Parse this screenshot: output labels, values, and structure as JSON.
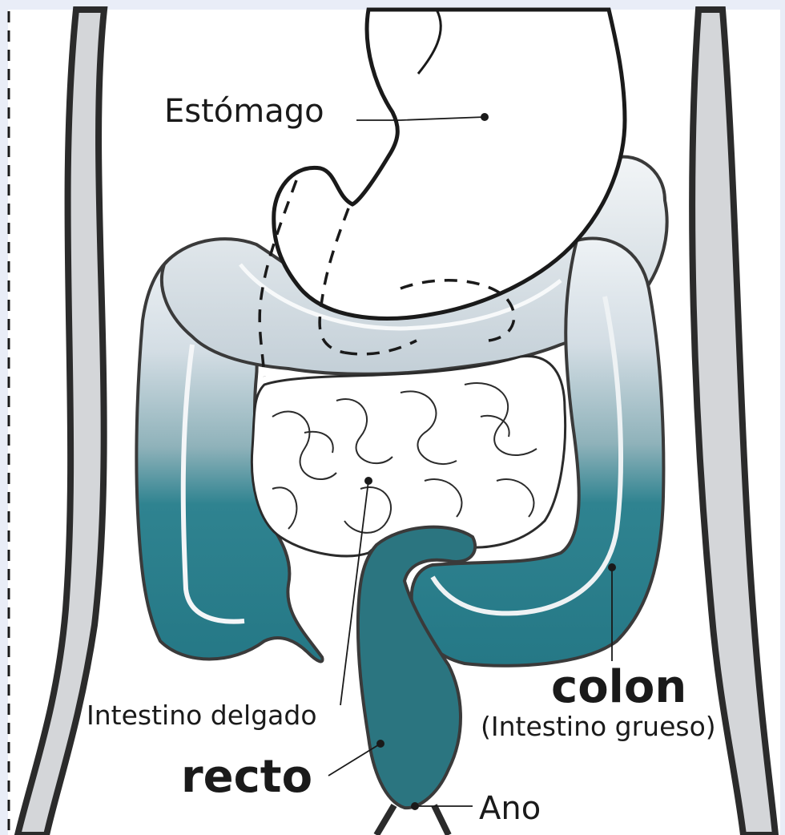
{
  "labels": {
    "stomach": "Estómago",
    "small_intestine": "Intestino delgado",
    "colon": "colon",
    "colon_sub": "(Intestino grueso)",
    "rectum": "recto",
    "anus": "Ano"
  },
  "colors": {
    "frame_border": "#e9edf7",
    "body_fill": "#ffffff",
    "side_band": "#d4d6d9",
    "outline": "#2b2b2b",
    "colon_light": "#dde5ea",
    "colon_dark": "#2a7f8c",
    "rectum": "#2b7580",
    "text": "#1a1a1a"
  }
}
